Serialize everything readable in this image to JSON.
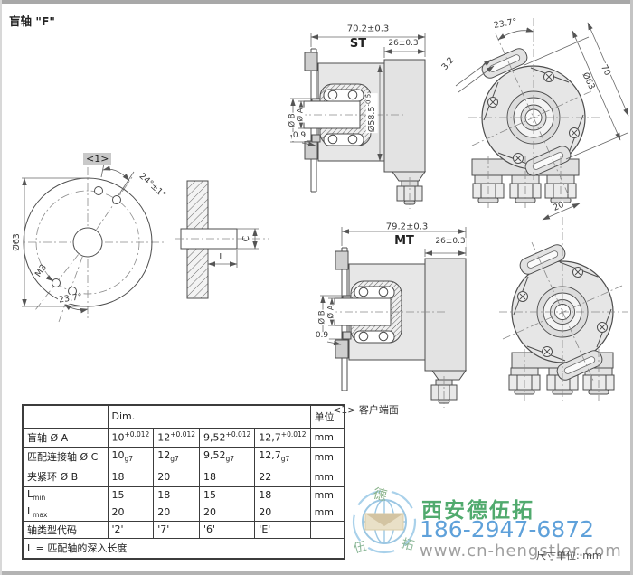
{
  "page": {
    "title": "盲轴 \"F\"",
    "ref_badge": "<1>",
    "customer_face_note": "<1> 客户端面",
    "units_note": "尺寸单位: mm"
  },
  "front_view": {
    "dia": "Ø63",
    "hole_angle": "24°±1°",
    "angle_bottom": "23.7°",
    "thread": "M3"
  },
  "section_view": {
    "dia_c": "C",
    "length": "L"
  },
  "st_view": {
    "label": "ST",
    "dim_overall": "70.2±0.3",
    "dim_rear": "26±0.3",
    "dia_body": "Ø58.5",
    "dia_body_tol": "-0.5",
    "dia_b": "Ø B",
    "dia_a": "Ø A",
    "dim_gap": "0.9"
  },
  "st_rear_view": {
    "angle": "23.7°",
    "slot_width": "3.2",
    "dia": "Ø63",
    "height": "70",
    "gland_pitch": "20"
  },
  "mt_view": {
    "label": "MT",
    "dim_overall": "79.2±0.3",
    "dim_rear": "26±0.3",
    "dia_b": "Ø B",
    "dia_a": "Ø A",
    "dim_gap": "0.9"
  },
  "dim_table": {
    "col_dim": "Dim.",
    "col_unit": "单位",
    "rows": [
      {
        "label": "盲轴 Ø A",
        "cells": [
          {
            "v": "10",
            "sup": "+0.012"
          },
          {
            "v": "12",
            "sup": "+0.012"
          },
          {
            "v": "9,52",
            "sup": "+0.012"
          },
          {
            "v": "12,7",
            "sup": "+0.012"
          }
        ],
        "unit": "mm"
      },
      {
        "label": "匹配连接轴 Ø C",
        "cells": [
          {
            "v": "10",
            "sub": "g7"
          },
          {
            "v": "12",
            "sub": "g7"
          },
          {
            "v": "9,52",
            "sub": "g7"
          },
          {
            "v": "12,7",
            "sub": "g7"
          }
        ],
        "unit": "mm"
      },
      {
        "label": "夹紧环 Ø B",
        "cells": [
          {
            "v": "18"
          },
          {
            "v": "20"
          },
          {
            "v": "18"
          },
          {
            "v": "22"
          }
        ],
        "unit": "mm"
      },
      {
        "label": "L",
        "labelSub": "min",
        "cells": [
          {
            "v": "15"
          },
          {
            "v": "18"
          },
          {
            "v": "15"
          },
          {
            "v": "18"
          }
        ],
        "unit": "mm"
      },
      {
        "label": "L",
        "labelSub": "max",
        "cells": [
          {
            "v": "20"
          },
          {
            "v": "20"
          },
          {
            "v": "20"
          },
          {
            "v": "20"
          }
        ],
        "unit": "mm"
      },
      {
        "label": "轴类型代码",
        "cells": [
          {
            "v": "'2'"
          },
          {
            "v": "'7'"
          },
          {
            "v": "'6'"
          },
          {
            "v": "'E'"
          }
        ],
        "unit": ""
      }
    ],
    "footer": "L = 匹配轴的深入长度"
  },
  "watermark": {
    "brand": "西安德伍拓",
    "phone": "186-2947-6872",
    "website": "www.cn-hengstler.com",
    "logo": {
      "top": "德",
      "bottom_left": "伍",
      "bottom_right": "拓"
    }
  }
}
